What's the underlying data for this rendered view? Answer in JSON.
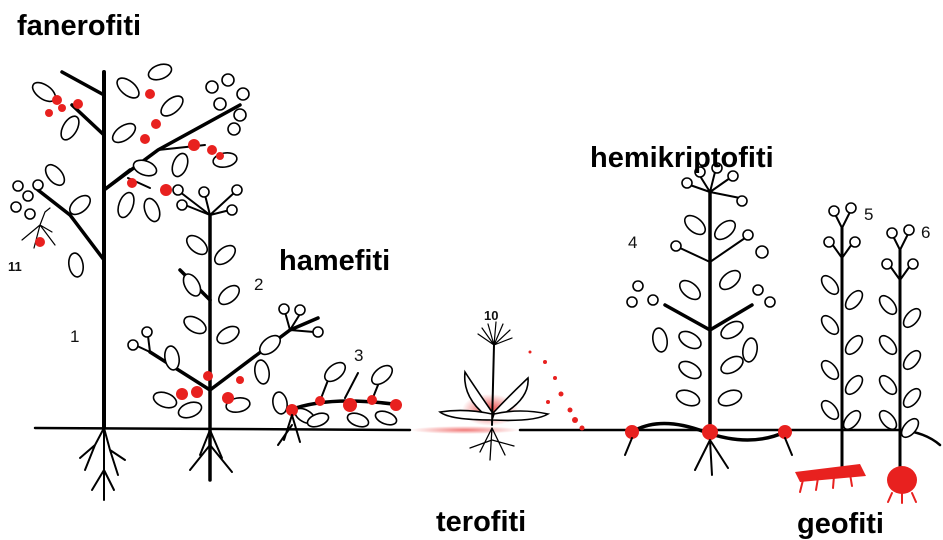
{
  "labels": {
    "fanerofiti": "fanerofiti",
    "hamefiti": "hamefiti",
    "terofiti": "terofiti",
    "hemikriptofiti": "hemikriptofiti",
    "geofiti": "geofiti"
  },
  "numbers": {
    "n1": "1",
    "n2": "2",
    "n3": "3",
    "n4": "4",
    "n5": "5",
    "n6": "6",
    "n10": "10",
    "n11": "11"
  },
  "colors": {
    "bud": "#e8211f",
    "ink": "#000000",
    "background": "#ffffff"
  }
}
